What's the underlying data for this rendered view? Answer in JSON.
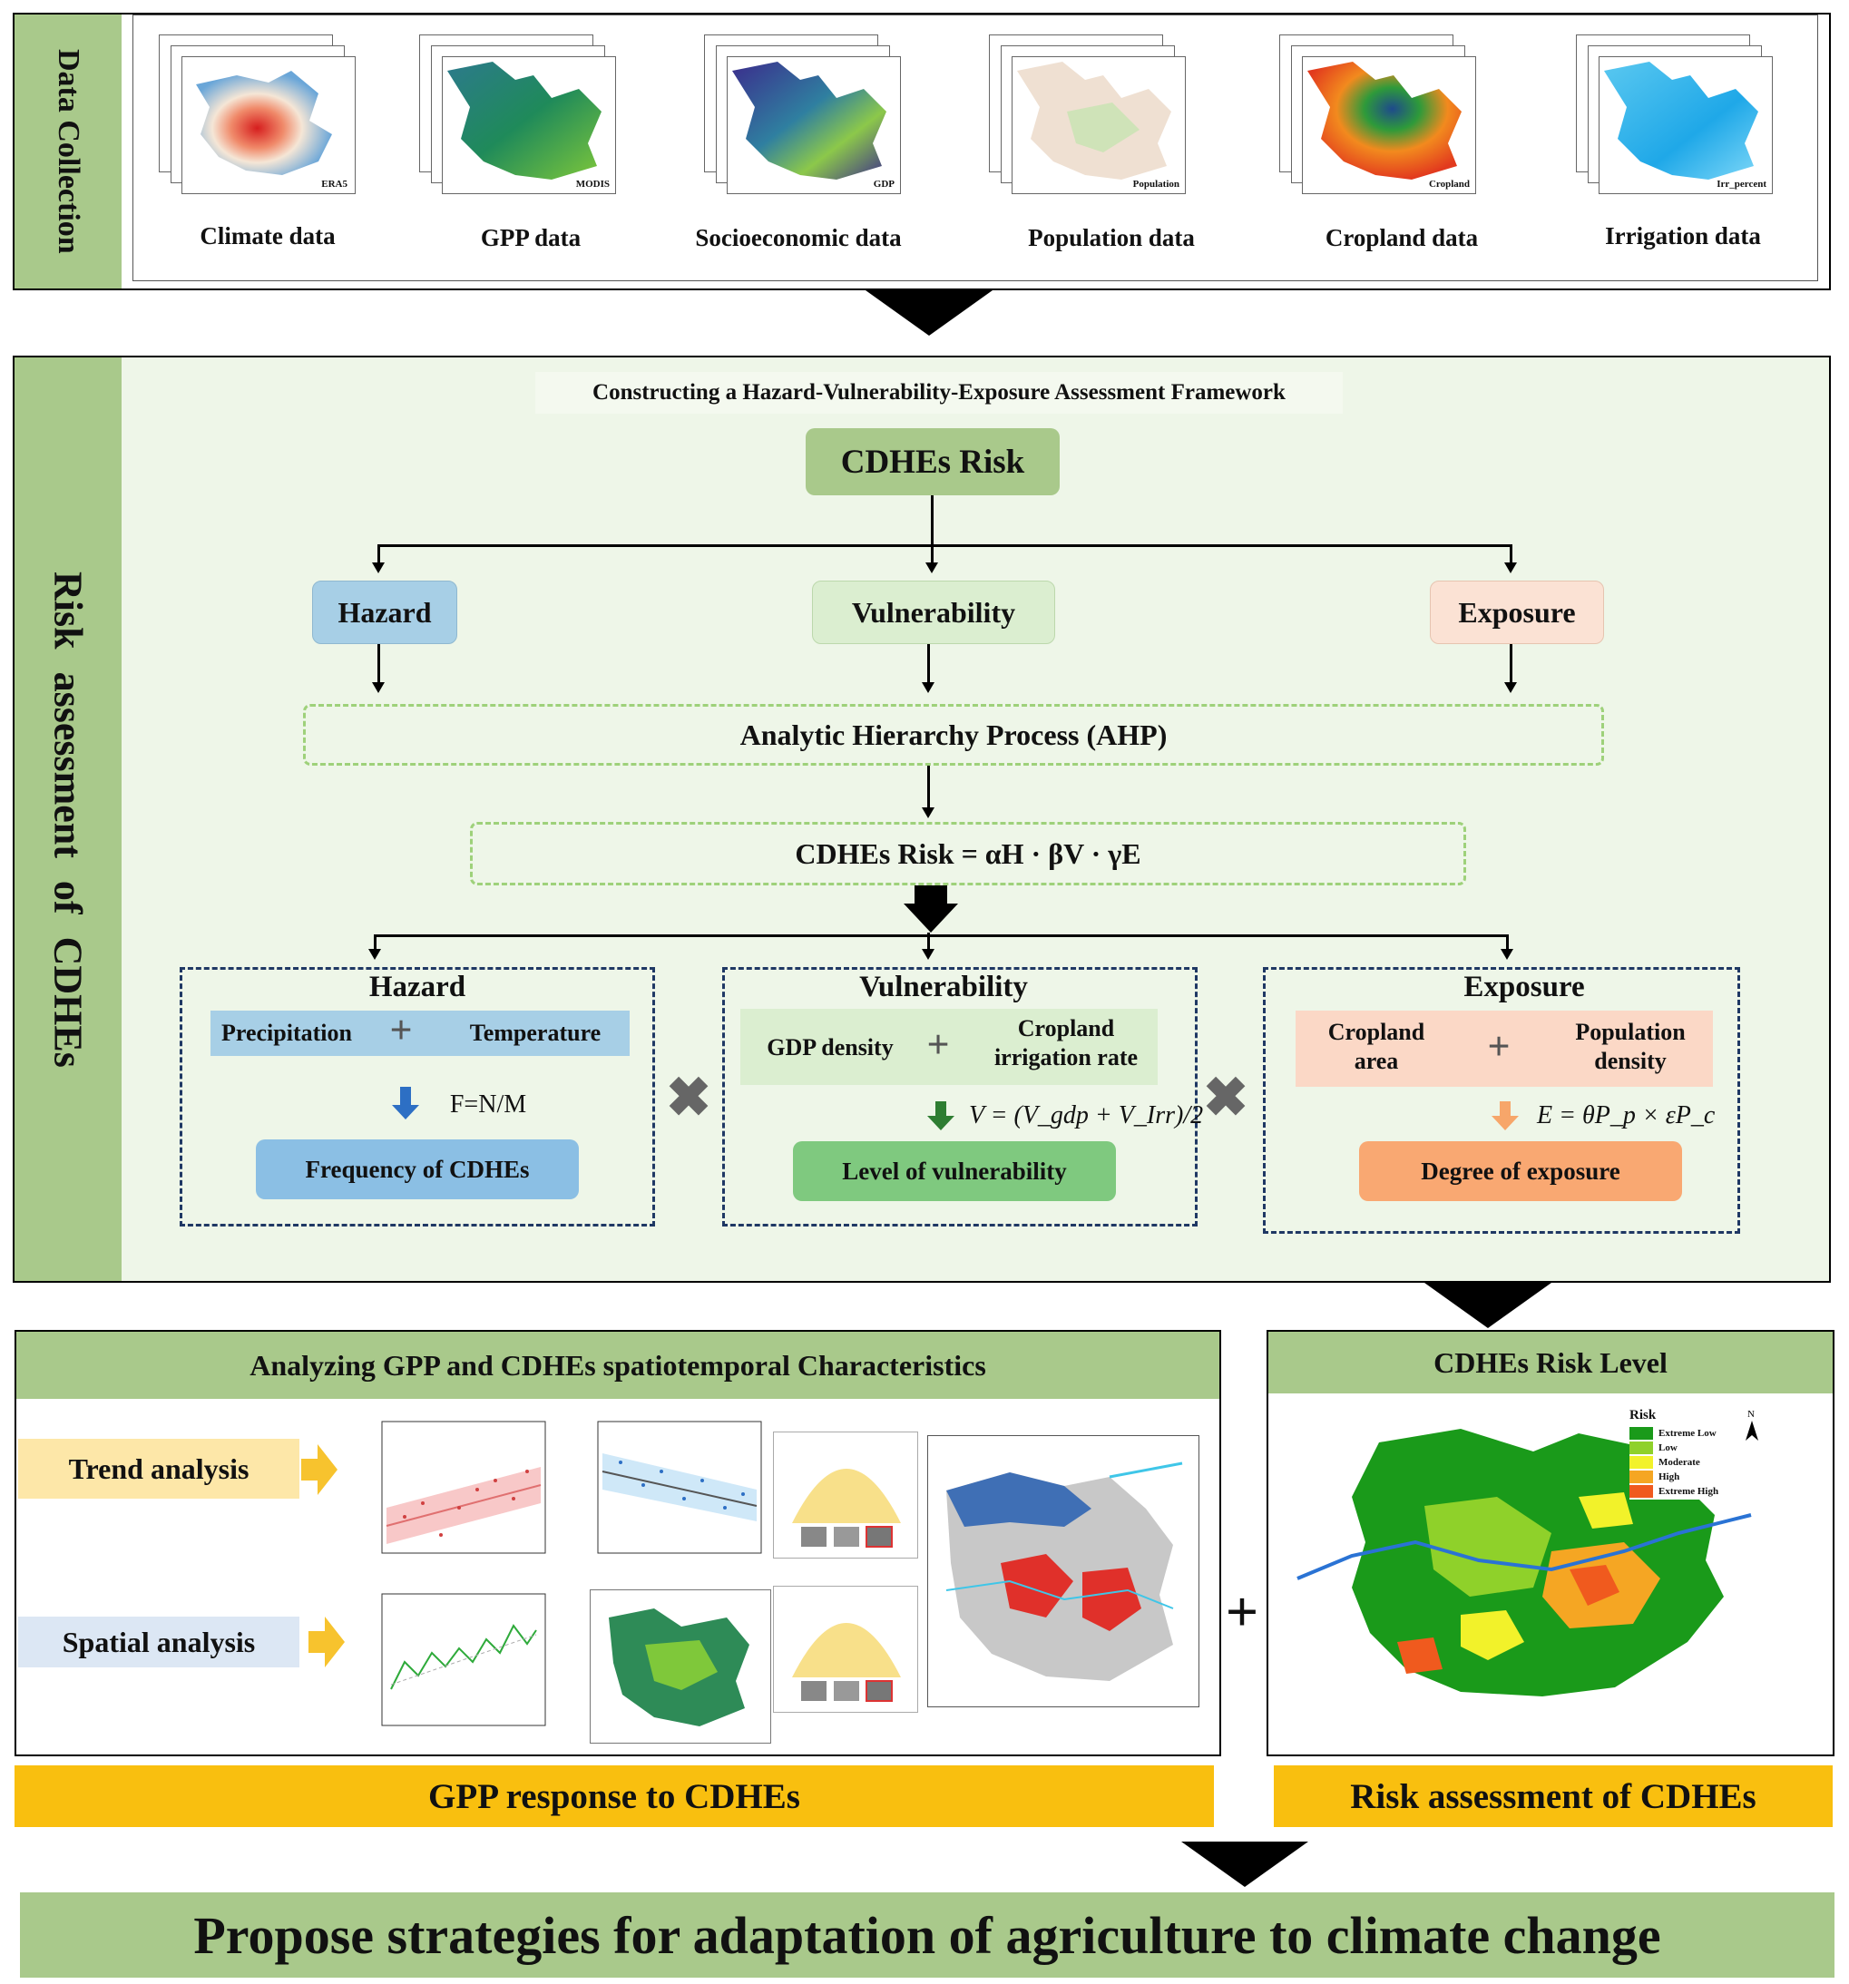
{
  "data_collection": {
    "title": "Data Collection",
    "items": [
      {
        "label": "Climate data",
        "tag": "ERA5"
      },
      {
        "label": "GPP data",
        "tag": "MODIS"
      },
      {
        "label": "Socioeconomic data",
        "tag": "GDP"
      },
      {
        "label": "Population data",
        "tag": "Population"
      },
      {
        "label": "Cropland data",
        "tag": "Cropland"
      },
      {
        "label": "Irrigation data",
        "tag": "Irr_percent"
      }
    ]
  },
  "risk_assessment": {
    "side_title": "Risk assessment of CDHEs",
    "framework_title": "Constructing a Hazard-Vulnerability-Exposure Assessment Framework",
    "root": "CDHEs Risk",
    "hazard": "Hazard",
    "vulnerability": "Vulnerability",
    "exposure": "Exposure",
    "ahp": "Analytic Hierarchy Process (AHP)",
    "formula": "CDHEs Risk = αH · βV · γE",
    "hazard_box": {
      "title": "Hazard",
      "left": "Precipitation",
      "right": "Temperature",
      "formula": "F=N/M",
      "result": "Frequency of CDHEs"
    },
    "vulnerability_box": {
      "title": "Vulnerability",
      "left": "GDP density",
      "right_line1": "Cropland",
      "right_line2": "irrigation rate",
      "formula": "V = (V_gdp + V_Irr)/2",
      "result": "Level of vulnerability"
    },
    "exposure_box": {
      "title": "Exposure",
      "left_line1": "Cropland",
      "left_line2": "area",
      "right_line1": "Population",
      "right_line2": "density",
      "formula": "E = θP_p × εP_c",
      "result": "Degree of exposure"
    }
  },
  "analysis": {
    "title": "Analyzing GPP and CDHEs  spatiotemporal Characteristics",
    "trend": "Trend analysis",
    "spatial": "Spatial analysis",
    "footer": "GPP response to CDHEs"
  },
  "risk_level": {
    "title": "CDHEs Risk  Level",
    "footer": "Risk assessment of CDHEs",
    "legend_title": "Risk",
    "legend": [
      {
        "label": "Extreme Low",
        "color": "#1a9a1a"
      },
      {
        "label": "Low",
        "color": "#8fd12a"
      },
      {
        "label": "Moderate",
        "color": "#f2f22a"
      },
      {
        "label": "High",
        "color": "#f5a623"
      },
      {
        "label": "Extreme High",
        "color": "#f05a1e"
      }
    ]
  },
  "conclusion": "Propose strategies for adaptation of agriculture to climate change"
}
